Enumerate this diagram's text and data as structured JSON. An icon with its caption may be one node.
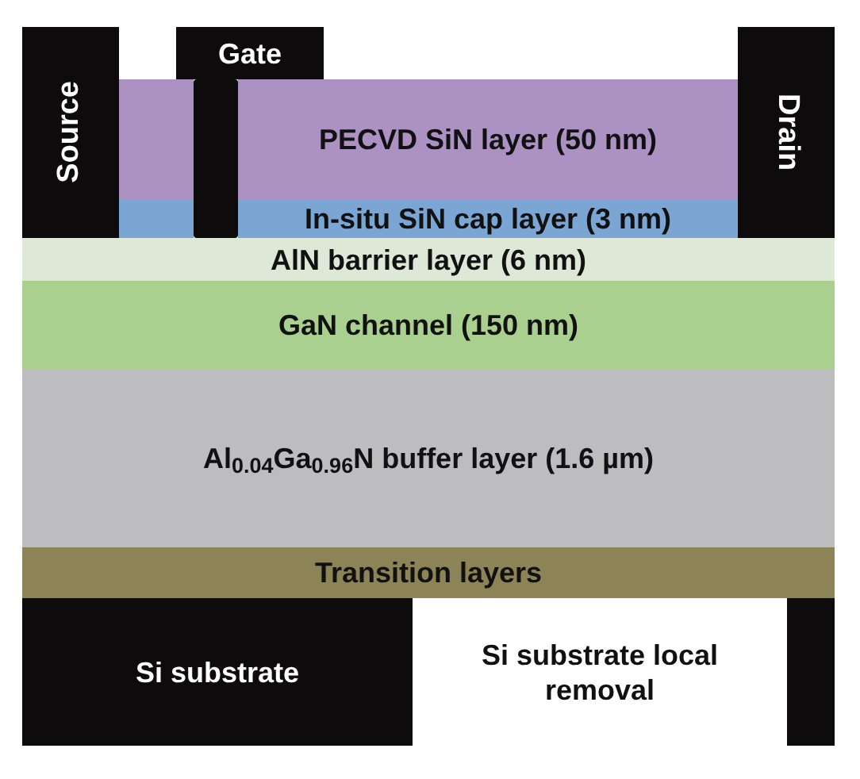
{
  "diagram": {
    "nodes": [
      {
        "text": [
          "Source"
        ]
      },
      {
        "text": [
          "Gate"
        ]
      },
      {
        "text": [
          "PECVD SiN layer (50 nm)"
        ]
      },
      {
        "text": [
          "In-situ SiN cap layer (3 nm)"
        ]
      },
      {
        "text": [
          "AlN barrier layer (6 nm)"
        ]
      },
      {
        "text": [
          "GaN channel (150 nm)"
        ]
      },
      {
        "text": [
          "Al$_{0.04}$Ga$_{0.96}$N buffer layer (1.6 µm)"
        ]
      },
      {
        "text": [
          "Transition layers"
        ]
      },
      {
        "text": [
          "Si substrate"
        ]
      },
      {
        "text": [
          "Si substrate local removal"
        ]
      },
      {
        "text": [],
        "shape": "box"
      },
      {
        "text": [
          "Drain"
        ]
      },
      {
        "text": [],
        "shape": "box"
      },
      {
        "text": [],
        "shape": "box"
      },
      {
        "text": [],
        "shape": "bar"
      }
    ]
  }
}
